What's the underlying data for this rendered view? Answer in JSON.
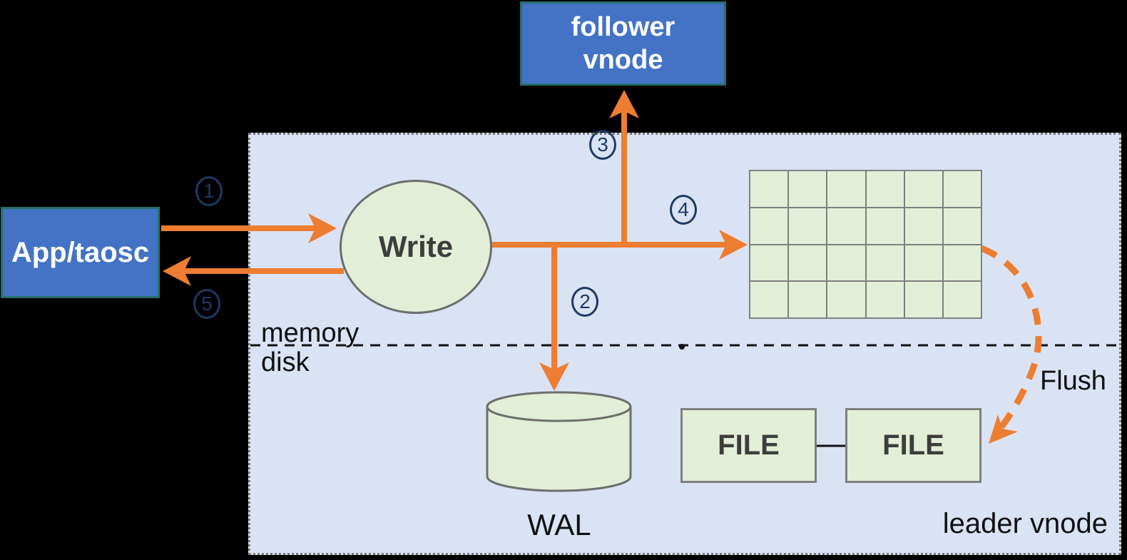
{
  "diagram": {
    "nodes": {
      "follower_vnode": {
        "line1": "follower",
        "line2": "vnode"
      },
      "app": {
        "label": "App/taosc"
      },
      "write": {
        "label": "Write"
      },
      "wal": {
        "label": "WAL"
      },
      "file1": {
        "label": "FILE"
      },
      "file2": {
        "label": "FILE"
      },
      "memtable": {
        "rows": 4,
        "cols": 6
      }
    },
    "labels": {
      "memory": "memory",
      "disk": "disk",
      "flush": "Flush",
      "leader_vnode": "leader vnode"
    },
    "steps": {
      "s1": "1",
      "s2": "2",
      "s3": "3",
      "s4": "4",
      "s5": "5"
    }
  },
  "colors": {
    "background": "#000000",
    "accent_orange": "#ED7D31",
    "node_blue": "#4472C4",
    "node_blue_border": "#26706E",
    "panel_lavender": "#DAE3F3",
    "panel_border_gray": "#7B7B7B",
    "shape_green": "#E3EED8",
    "shape_border_gray": "#6E6E6E",
    "grid_line_gray": "#7F7F7F",
    "step_navy": "#1F3864",
    "text_dark": "#3D3D3D",
    "text_black": "#111111"
  }
}
